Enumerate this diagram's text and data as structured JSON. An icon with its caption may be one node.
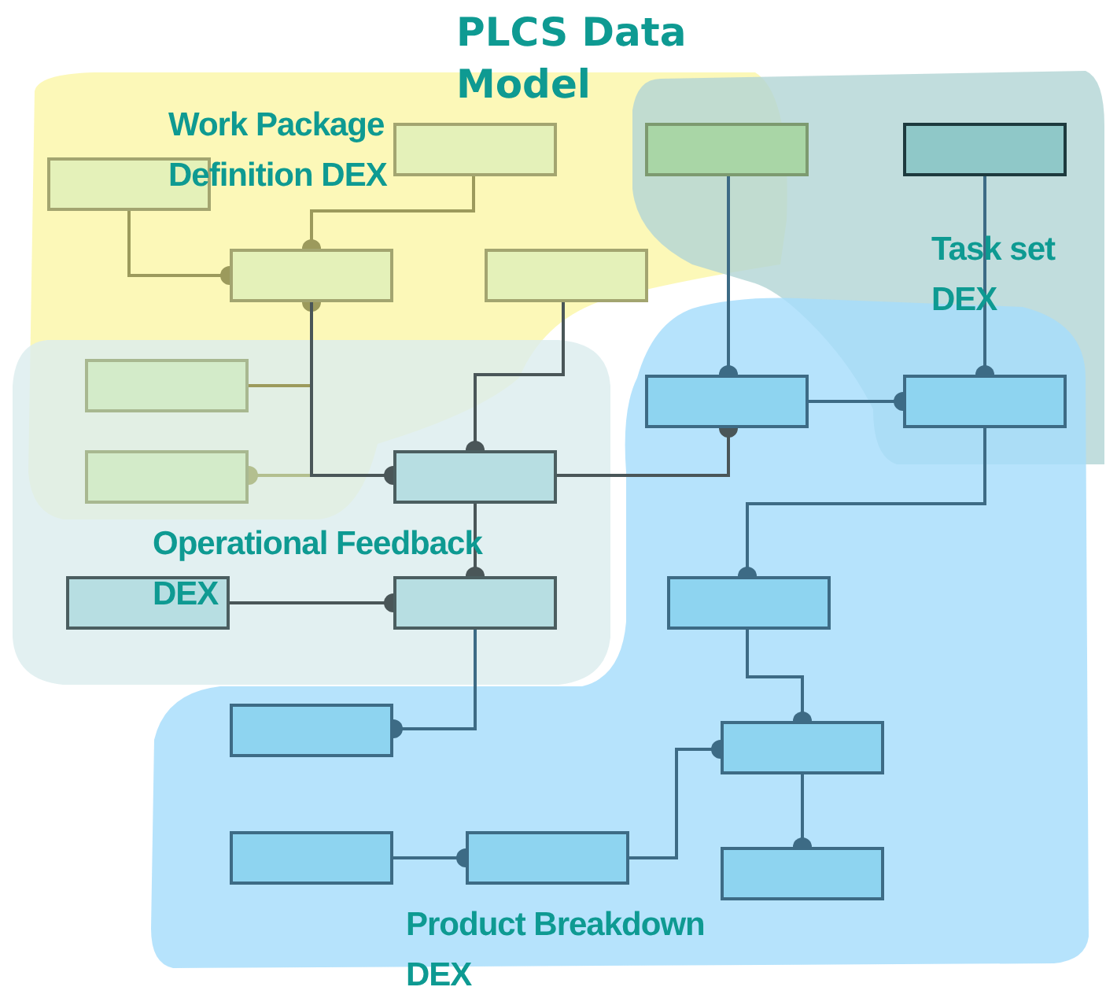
{
  "diagram": {
    "title": "PLCS Data Model",
    "nodes": [
      {
        "text": [],
        "shape": "box"
      },
      {
        "text": [],
        "shape": "box"
      },
      {
        "text": [],
        "shape": "box"
      },
      {
        "text": [],
        "shape": "box"
      },
      {
        "text": [],
        "shape": "box"
      },
      {
        "text": [],
        "shape": "box"
      },
      {
        "text": [],
        "shape": "box"
      },
      {
        "text": [],
        "shape": "box"
      },
      {
        "text": [],
        "shape": "box"
      },
      {
        "text": [],
        "shape": "box"
      },
      {
        "text": [],
        "shape": "box"
      },
      {
        "text": [],
        "shape": "box"
      },
      {
        "text": [],
        "shape": "box"
      },
      {
        "text": [],
        "shape": "box"
      },
      {
        "text": [],
        "shape": "box"
      },
      {
        "text": [],
        "shape": "box"
      },
      {
        "text": [],
        "shape": "box"
      },
      {
        "text": [],
        "shape": "box"
      },
      {
        "text": [],
        "shape": "box"
      }
    ],
    "edges": [
      {
        "from": 0,
        "to": 2,
        "arrow": "other",
        "color": "#9c9a5c"
      },
      {
        "from": 1,
        "to": 2,
        "arrow": "other",
        "color": "#9c9a5c"
      },
      {
        "from": 6,
        "to": 2,
        "arrow": "other",
        "color": "#9c9a5c"
      },
      {
        "from": 2,
        "to": 7,
        "arrow": "other",
        "color": "#b3bf8f"
      },
      {
        "from": 2,
        "to": 8,
        "arrow": "other",
        "color": "#4a5658"
      },
      {
        "from": 3,
        "to": 8,
        "arrow": "other",
        "color": "#4a5658"
      },
      {
        "from": 8,
        "to": 9,
        "arrow": "other",
        "color": "#4a5658"
      },
      {
        "from": 4,
        "to": 9,
        "arrow": "other"
      },
      {
        "from": 9,
        "to": 10,
        "arrow": "other"
      },
      {
        "from": 5,
        "to": 10,
        "arrow": "other"
      },
      {
        "from": 10,
        "to": 13,
        "arrow": "other"
      },
      {
        "from": 11,
        "to": 12,
        "arrow": "other",
        "color": "#4a5658"
      },
      {
        "from": 8,
        "to": 12,
        "arrow": "other",
        "color": "#4a5658"
      },
      {
        "from": 12,
        "to": 14,
        "arrow": "other"
      },
      {
        "from": 13,
        "to": 15,
        "arrow": "other"
      },
      {
        "from": 15,
        "to": 18,
        "arrow": "other"
      },
      {
        "from": 17,
        "to": 15,
        "arrow": "other"
      },
      {
        "from": 16,
        "to": 17,
        "arrow": "other"
      }
    ],
    "labels": [
      "Work Package Definition DEX",
      "Task set DEX",
      "Operational Feedback DEX",
      "Product Breakdown DEX"
    ]
  }
}
